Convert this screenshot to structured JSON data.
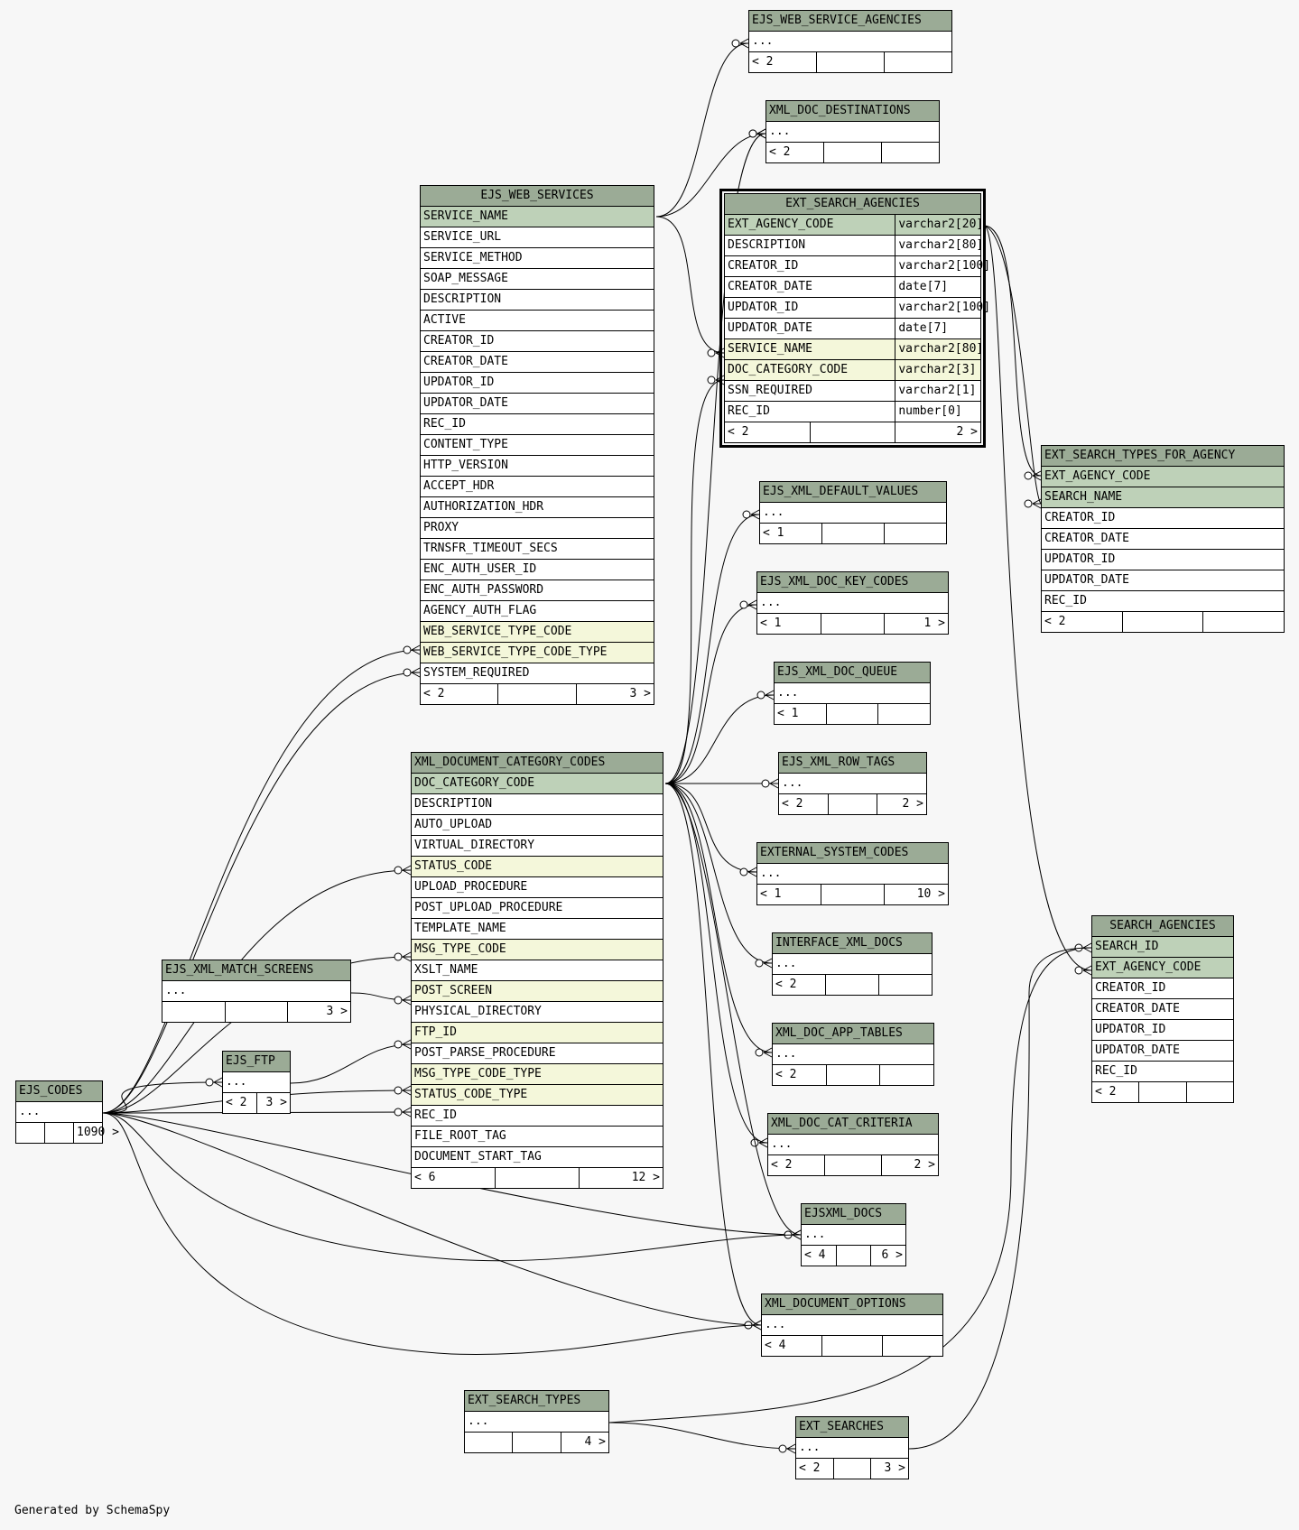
{
  "generated_by": "Generated by SchemaSpy",
  "tables": {
    "ejs_web_service_agencies": {
      "name": "EJS_WEB_SERVICE_AGENCIES",
      "rows": [
        "..."
      ],
      "footer": [
        "< 2",
        "",
        ""
      ]
    },
    "xml_doc_destinations": {
      "name": "XML_DOC_DESTINATIONS",
      "rows": [
        "..."
      ],
      "footer": [
        "< 2",
        "",
        ""
      ]
    },
    "ejs_web_services": {
      "name": "EJS_WEB_SERVICES",
      "rows": [
        "SERVICE_NAME",
        "SERVICE_URL",
        "SERVICE_METHOD",
        "SOAP_MESSAGE",
        "DESCRIPTION",
        "ACTIVE",
        "CREATOR_ID",
        "CREATOR_DATE",
        "UPDATOR_ID",
        "UPDATOR_DATE",
        "REC_ID",
        "CONTENT_TYPE",
        "HTTP_VERSION",
        "ACCEPT_HDR",
        "AUTHORIZATION_HDR",
        "PROXY",
        "TRNSFR_TIMEOUT_SECS",
        "ENC_AUTH_USER_ID",
        "ENC_AUTH_PASSWORD",
        "AGENCY_AUTH_FLAG",
        "WEB_SERVICE_TYPE_CODE",
        "WEB_SERVICE_TYPE_CODE_TYPE",
        "SYSTEM_REQUIRED"
      ],
      "footer": [
        "< 2",
        "",
        "3 >"
      ]
    },
    "ext_search_agencies": {
      "name": "EXT_SEARCH_AGENCIES",
      "rows": [
        "EXT_AGENCY_CODE",
        "DESCRIPTION",
        "CREATOR_ID",
        "CREATOR_DATE",
        "UPDATOR_ID",
        "UPDATOR_DATE",
        "SERVICE_NAME",
        "DOC_CATEGORY_CODE",
        "SSN_REQUIRED",
        "REC_ID"
      ],
      "types": [
        "varchar2[20]",
        "varchar2[80]",
        "varchar2[100]",
        "date[7]",
        "varchar2[100]",
        "date[7]",
        "varchar2[80]",
        "varchar2[3]",
        "varchar2[1]",
        "number[0]"
      ],
      "footer": [
        "< 2",
        "",
        "2 >"
      ]
    },
    "ext_search_types_for_agency": {
      "name": "EXT_SEARCH_TYPES_FOR_AGENCY",
      "rows": [
        "EXT_AGENCY_CODE",
        "SEARCH_NAME",
        "CREATOR_ID",
        "CREATOR_DATE",
        "UPDATOR_ID",
        "UPDATOR_DATE",
        "REC_ID"
      ],
      "footer": [
        "< 2",
        "",
        ""
      ]
    },
    "ejs_xml_default_values": {
      "name": "EJS_XML_DEFAULT_VALUES",
      "rows": [
        "..."
      ],
      "footer": [
        "< 1",
        "",
        ""
      ]
    },
    "ejs_xml_doc_key_codes": {
      "name": "EJS_XML_DOC_KEY_CODES",
      "rows": [
        "..."
      ],
      "footer": [
        "< 1",
        "",
        "1 >"
      ]
    },
    "ejs_xml_doc_queue": {
      "name": "EJS_XML_DOC_QUEUE",
      "rows": [
        "..."
      ],
      "footer": [
        "< 1",
        "",
        ""
      ]
    },
    "ejs_xml_row_tags": {
      "name": "EJS_XML_ROW_TAGS",
      "rows": [
        "..."
      ],
      "footer": [
        "< 2",
        "",
        "2 >"
      ]
    },
    "xml_document_category_codes": {
      "name": "XML_DOCUMENT_CATEGORY_CODES",
      "rows": [
        "DOC_CATEGORY_CODE",
        "DESCRIPTION",
        "AUTO_UPLOAD",
        "VIRTUAL_DIRECTORY",
        "STATUS_CODE",
        "UPLOAD_PROCEDURE",
        "POST_UPLOAD_PROCEDURE",
        "TEMPLATE_NAME",
        "MSG_TYPE_CODE",
        "XSLT_NAME",
        "POST_SCREEN",
        "PHYSICAL_DIRECTORY",
        "FTP_ID",
        "POST_PARSE_PROCEDURE",
        "MSG_TYPE_CODE_TYPE",
        "STATUS_CODE_TYPE",
        "REC_ID",
        "FILE_ROOT_TAG",
        "DOCUMENT_START_TAG"
      ],
      "footer": [
        "< 6",
        "",
        "12 >"
      ]
    },
    "external_system_codes": {
      "name": "EXTERNAL_SYSTEM_CODES",
      "rows": [
        "..."
      ],
      "footer": [
        "< 1",
        "",
        "10 >"
      ]
    },
    "search_agencies": {
      "name": "SEARCH_AGENCIES",
      "rows": [
        "SEARCH_ID",
        "EXT_AGENCY_CODE",
        "CREATOR_ID",
        "CREATOR_DATE",
        "UPDATOR_ID",
        "UPDATOR_DATE",
        "REC_ID"
      ],
      "footer": [
        "< 2",
        "",
        ""
      ]
    },
    "interface_xml_docs": {
      "name": "INTERFACE_XML_DOCS",
      "rows": [
        "..."
      ],
      "footer": [
        "< 2",
        "",
        ""
      ]
    },
    "ejs_xml_match_screens": {
      "name": "EJS_XML_MATCH_SCREENS",
      "rows": [
        "..."
      ],
      "footer": [
        "",
        "",
        "3 >"
      ]
    },
    "xml_doc_app_tables": {
      "name": "XML_DOC_APP_TABLES",
      "rows": [
        "..."
      ],
      "footer": [
        "< 2",
        "",
        ""
      ]
    },
    "ejs_ftp": {
      "name": "EJS_FTP",
      "rows": [
        "..."
      ],
      "footer": [
        "< 2",
        "3 >"
      ]
    },
    "ejs_codes": {
      "name": "EJS_CODES",
      "rows": [
        "..."
      ],
      "footer": [
        "",
        "",
        "1090 >"
      ]
    },
    "xml_doc_cat_criteria": {
      "name": "XML_DOC_CAT_CRITERIA",
      "rows": [
        "..."
      ],
      "footer": [
        "< 2",
        "",
        "2 >"
      ]
    },
    "ejsxml_docs": {
      "name": "EJSXML_DOCS",
      "rows": [
        "..."
      ],
      "footer": [
        "< 4",
        "",
        "6 >"
      ]
    },
    "xml_document_options": {
      "name": "XML_DOCUMENT_OPTIONS",
      "rows": [
        "..."
      ],
      "footer": [
        "< 4",
        "",
        ""
      ]
    },
    "ext_search_types": {
      "name": "EXT_SEARCH_TYPES",
      "rows": [
        "..."
      ],
      "footer": [
        "",
        "",
        "4 >"
      ]
    },
    "ext_searches": {
      "name": "EXT_SEARCHES",
      "rows": [
        "..."
      ],
      "footer": [
        "< 2",
        "",
        "3 >"
      ]
    }
  },
  "colors": {
    "header": "#9bab96",
    "primary_key": "#bed1b8",
    "foreign_key": "#f4f7da",
    "background": "#f7f7f7"
  }
}
